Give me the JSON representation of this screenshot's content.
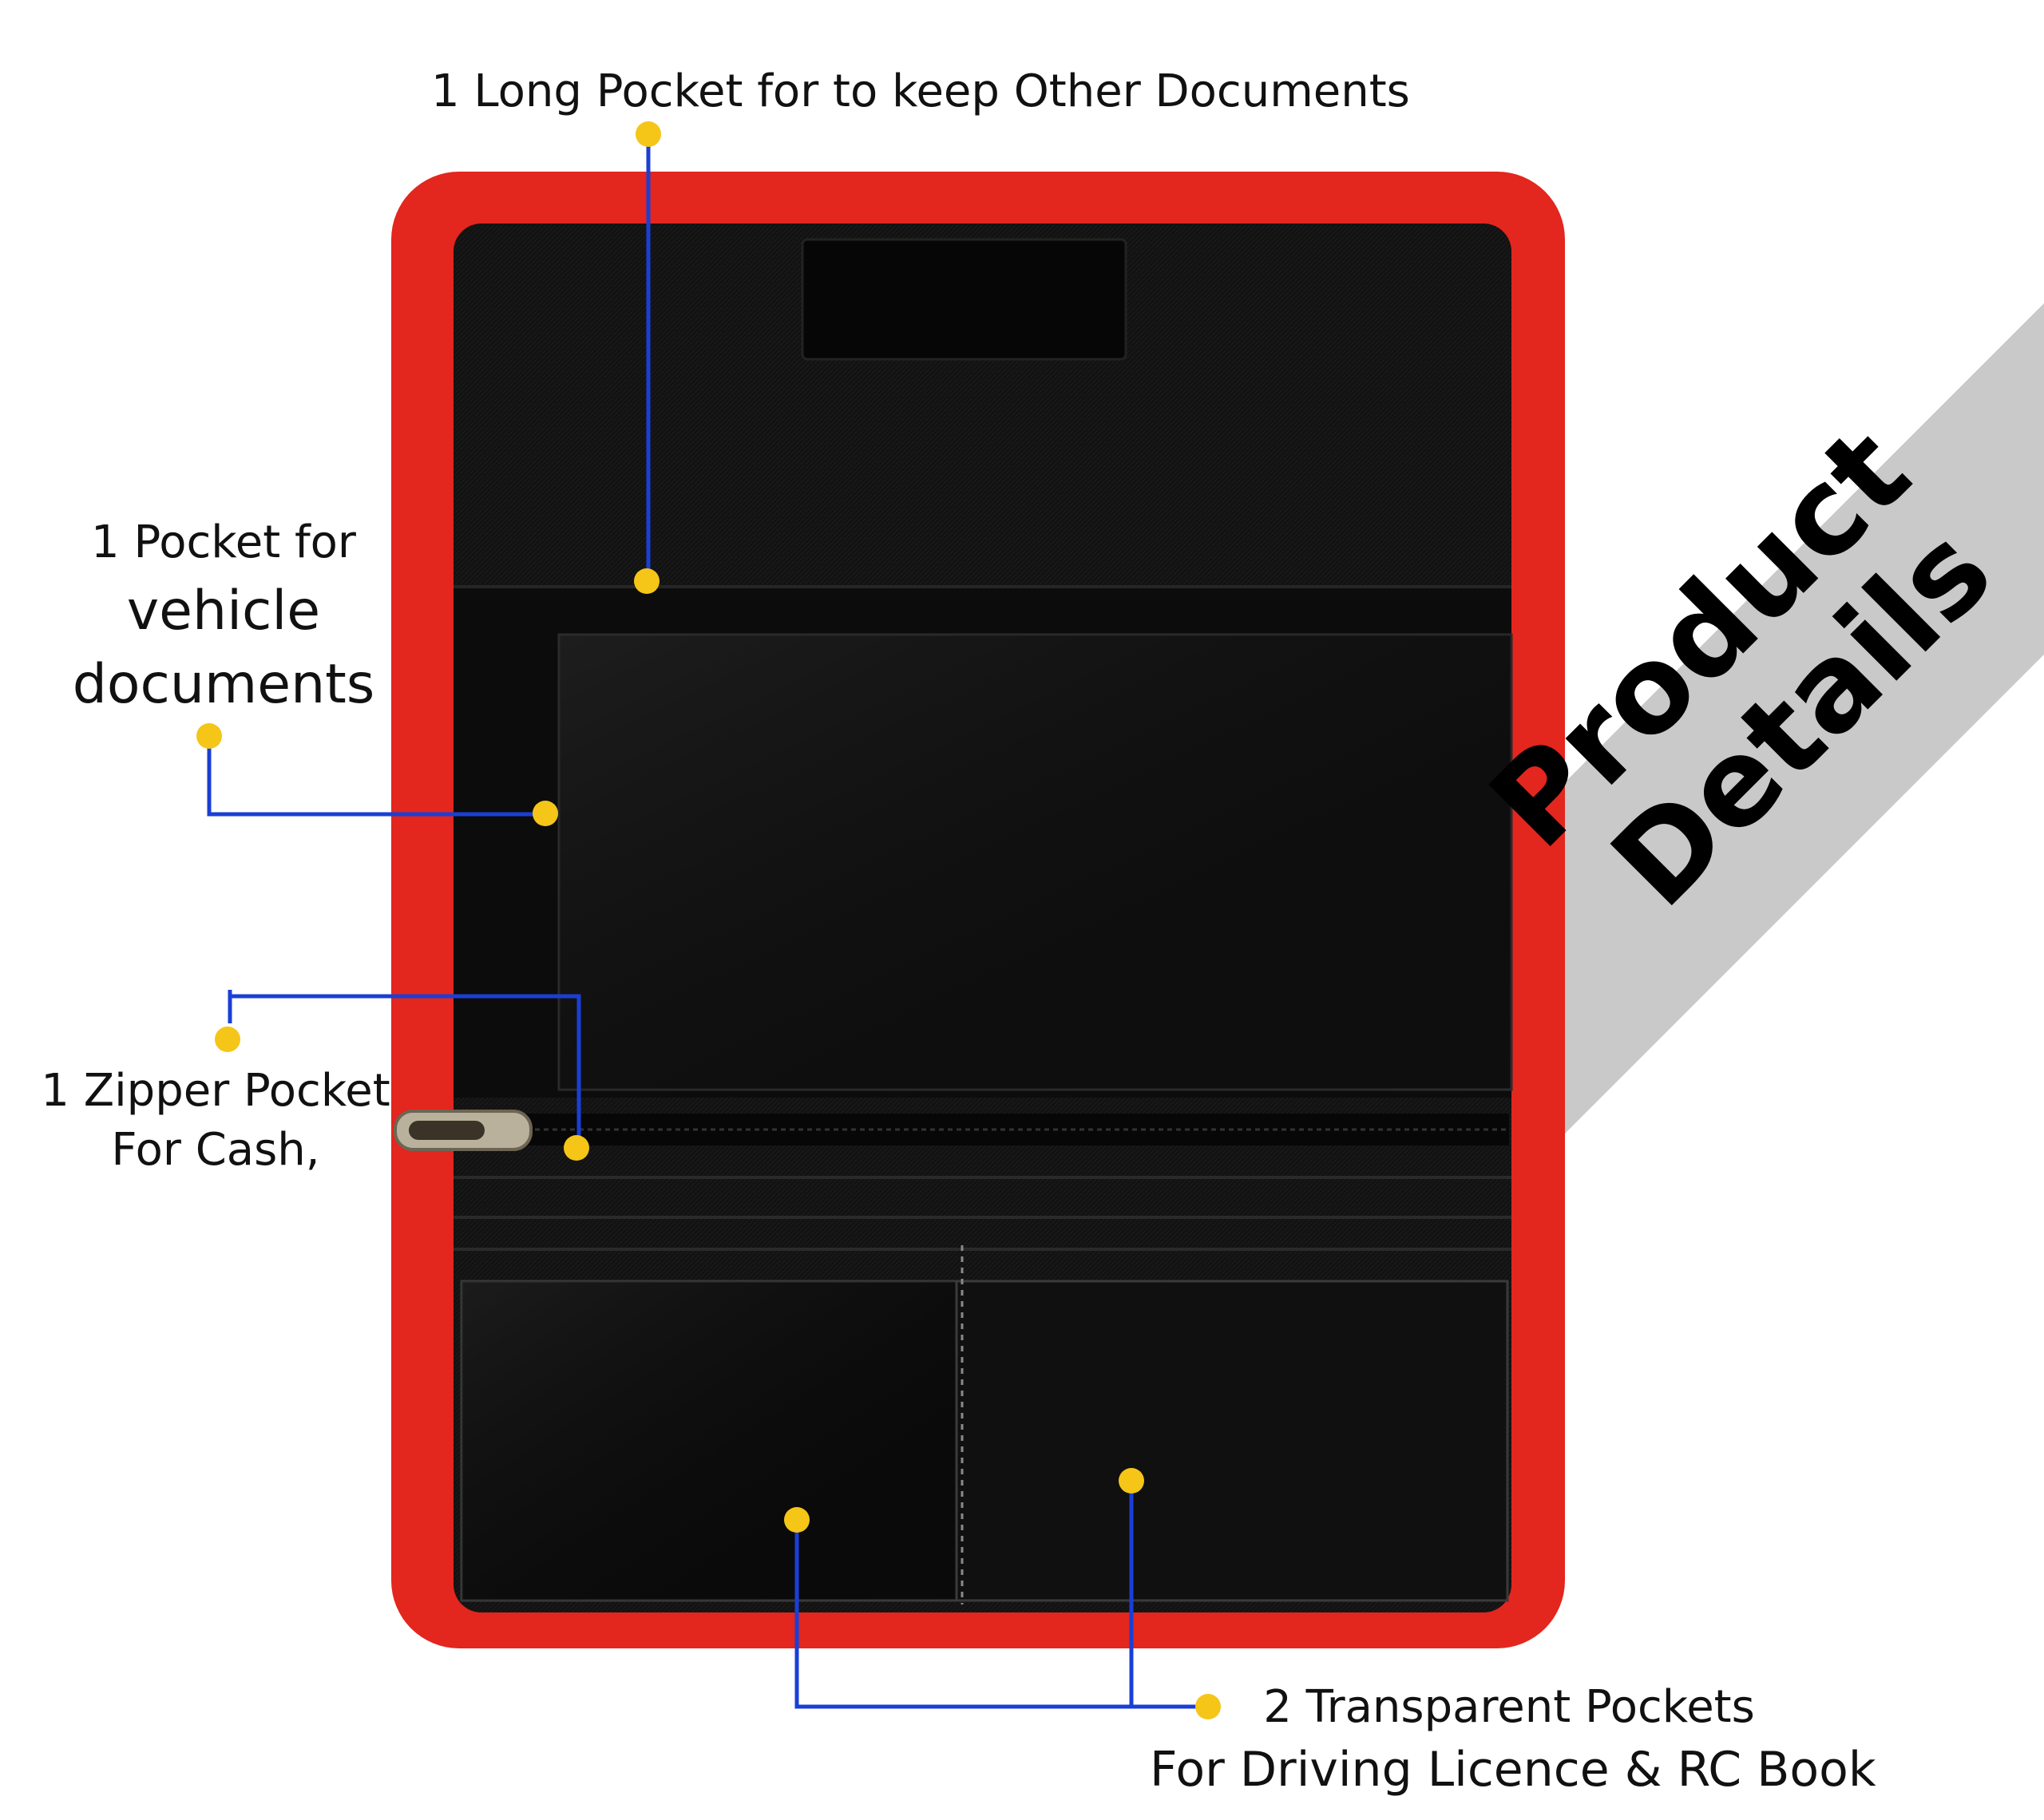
{
  "callouts": {
    "long_pocket": "1 Long Pocket for to keep Other Documents",
    "vehicle_pocket": [
      "1 Pocket for",
      "vehicle",
      "documents"
    ],
    "zipper_pocket": [
      "1 Zipper Pocket",
      "For Cash,"
    ],
    "transparent_pockets": [
      "2 Transparent Pockets",
      "For Driving Licence & RC Book"
    ]
  },
  "banner": {
    "line1": "Product",
    "line2": "Details"
  },
  "colors": {
    "marker_dot": "#F5C518",
    "leader_line": "#1A3FD6",
    "binding": "#E3261E",
    "fabric": "#111111",
    "banner_bg": "#C9C9C9"
  }
}
